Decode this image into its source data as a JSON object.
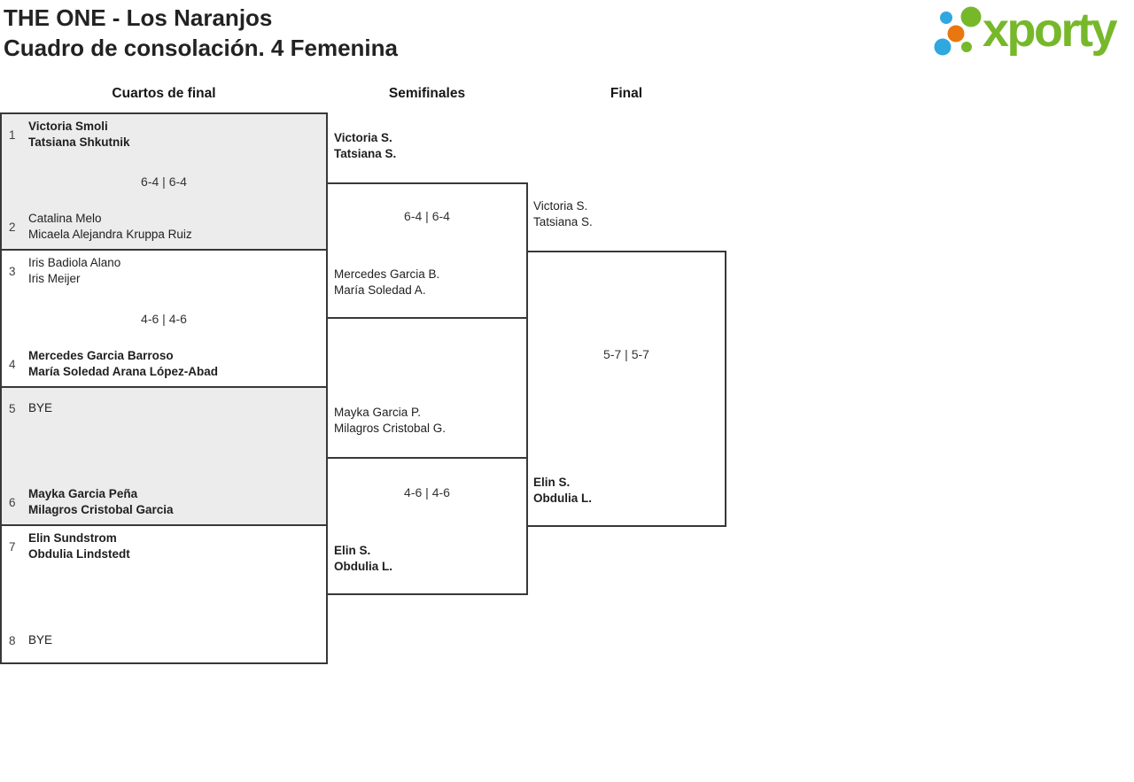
{
  "header": {
    "title_line1": "THE ONE - Los Naranjos",
    "title_line2": "Cuadro de consolación. 4 Femenina",
    "logo_text": "xporty"
  },
  "colors": {
    "brand_green": "#76b82a",
    "brand_blue": "#2fa8e0",
    "brand_orange": "#e8770f",
    "box_shade": "#ececec",
    "bracket_line": "#383838"
  },
  "columns": [
    {
      "label": "Cuartos de final"
    },
    {
      "label": "Semifinales"
    },
    {
      "label": "Final"
    }
  ],
  "rounds": {
    "quarterfinals": [
      {
        "seed_a": "1",
        "team_a": [
          "Victoria Smoli",
          "Tatsiana Shkutnik"
        ],
        "team_a_winner": true,
        "score": "6-4 | 6-4",
        "seed_b": "2",
        "team_b": [
          "Catalina Melo",
          "Micaela Alejandra Kruppa Ruiz"
        ],
        "team_b_winner": false
      },
      {
        "seed_a": "3",
        "team_a": [
          "Iris Badiola Alano",
          "Iris Meijer"
        ],
        "team_a_winner": false,
        "score": "4-6 | 4-6",
        "seed_b": "4",
        "team_b": [
          "Mercedes Garcia Barroso",
          "María Soledad Arana López-Abad"
        ],
        "team_b_winner": true
      },
      {
        "seed_a": "5",
        "team_a": [
          "BYE"
        ],
        "team_a_winner": false,
        "score": "",
        "seed_b": "6",
        "team_b": [
          "Mayka Garcia Peña",
          "Milagros Cristobal Garcia"
        ],
        "team_b_winner": true
      },
      {
        "seed_a": "7",
        "team_a": [
          "Elin Sundstrom",
          "Obdulia Lindstedt"
        ],
        "team_a_winner": true,
        "score": "",
        "seed_b": "8",
        "team_b": [
          "BYE"
        ],
        "team_b_winner": false
      }
    ],
    "semifinals": [
      {
        "team_a": [
          "Victoria S.",
          "Tatsiana S."
        ],
        "team_a_winner": true,
        "score": "6-4 | 6-4",
        "team_b": [
          "Mercedes Garcia B.",
          "María Soledad A."
        ],
        "team_b_winner": false
      },
      {
        "team_a": [
          "Mayka Garcia P.",
          "Milagros Cristobal G."
        ],
        "team_a_winner": false,
        "score": "4-6 | 4-6",
        "team_b": [
          "Elin S.",
          "Obdulia L."
        ],
        "team_b_winner": true
      }
    ],
    "final": {
      "team_a": [
        "Victoria S.",
        "Tatsiana S."
      ],
      "team_a_winner": false,
      "score": "5-7 | 5-7",
      "team_b": [
        "Elin S.",
        "Obdulia L."
      ],
      "team_b_winner": true
    }
  }
}
